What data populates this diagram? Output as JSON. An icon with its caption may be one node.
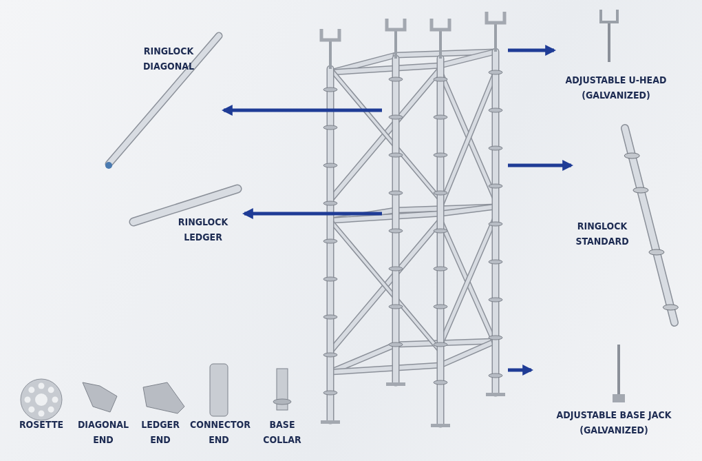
{
  "diagram": {
    "nodes": [
      {
        "text": [],
        "shape": "picture"
      },
      {
        "text": [
          "RINGLOCK DIAGONAL"
        ]
      },
      {
        "text": [
          "RINGLOCK LEDGER"
        ]
      },
      {
        "text": [
          "ADJUSTABLE U-HEAD (GALVANIZED)"
        ]
      },
      {
        "text": [
          "RINGLOCK STANDARD"
        ]
      },
      {
        "text": [
          "ADJUSTABLE BASE JACK (GALVANIZED)"
        ]
      }
    ],
    "edges": [
      {
        "from": 0,
        "to": 1,
        "arrow": "to"
      },
      {
        "from": 0,
        "to": 2,
        "arrow": "to"
      },
      {
        "from": 0,
        "to": 3,
        "arrow": "to"
      },
      {
        "from": 0,
        "to": 4,
        "arrow": "to"
      },
      {
        "from": 0,
        "to": 5,
        "arrow": "to"
      }
    ],
    "labels": [
      "ROSETTE",
      "DIAGONAL END",
      "LEDGER END",
      "CONNECTOR END",
      "BASE COLLAR"
    ]
  }
}
